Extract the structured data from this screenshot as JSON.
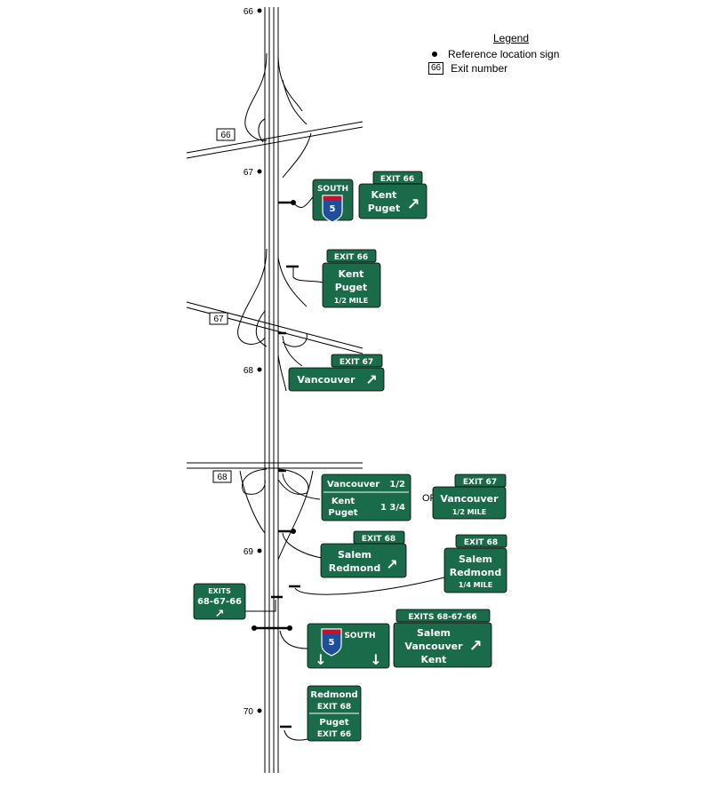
{
  "legend": {
    "title": "Legend",
    "ref_label": "Reference location sign",
    "exit_label": "Exit number",
    "exit_example": "66"
  },
  "mileposts": [
    "66",
    "67",
    "68",
    "69",
    "70"
  ],
  "interchanges": [
    "66",
    "67",
    "68"
  ],
  "or_label": "OR",
  "signs": {
    "s1": {
      "top": "SOUTH",
      "shield": "5"
    },
    "s2": {
      "tab": "EXIT 66",
      "l1": "Kent",
      "l2": "Puget",
      "arrow": "↗"
    },
    "s3": {
      "tab": "EXIT 66",
      "l1": "Kent",
      "l2": "Puget",
      "dist": "1/2 MILE"
    },
    "s4": {
      "tab": "EXIT 67",
      "l1": "Vancouver",
      "arrow": "↗"
    },
    "s5": {
      "r1": "Vancouver",
      "r1d": "1/2",
      "r2a": "Kent",
      "r2b": "Puget",
      "r2d": "1 3/4"
    },
    "s6": {
      "tab": "EXIT 67",
      "l1": "Vancouver",
      "dist": "1/2 MILE"
    },
    "s7": {
      "tab": "EXIT 68",
      "l1": "Salem",
      "l2": "Redmond",
      "arrow": "↗"
    },
    "s8": {
      "tab": "EXIT 68",
      "l1": "Salem",
      "l2": "Redmond",
      "dist": "1/4 MILE"
    },
    "s9": {
      "l1": "EXITS",
      "l2": "68-67-66",
      "arrow": "↗"
    },
    "s10": {
      "shield": "5",
      "dir": "SOUTH",
      "arrowL": "↓",
      "arrowR": "↓"
    },
    "s11": {
      "tab": "EXITS 68-67-66",
      "l1": "Salem",
      "l2": "Vancouver",
      "l3": "Kent",
      "arrow": "↗"
    },
    "s12": {
      "a1": "Redmond",
      "a2": "EXIT 68",
      "b1": "Puget",
      "b2": "EXIT 66"
    }
  },
  "colors": {
    "sign_green": "#1a6b4a",
    "shield_blue": "#1f4e9c",
    "shield_red": "#c8102e"
  }
}
